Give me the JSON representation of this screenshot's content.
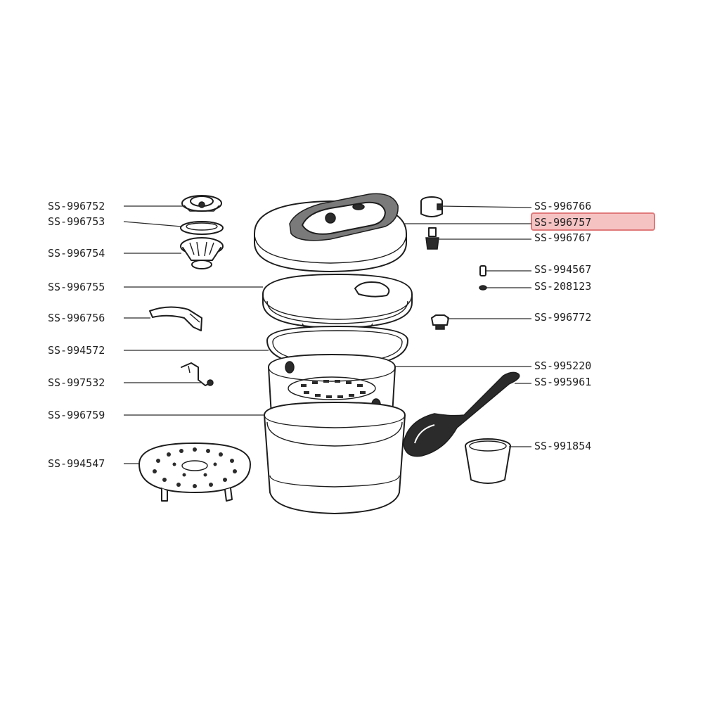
{
  "colors": {
    "highlight_fill": "#f6c3c3",
    "highlight_stroke": "#e07a7a",
    "line": "#2a2a2a",
    "text": "#222222"
  },
  "highlighted_part": "SS-996757",
  "labels_left": [
    "SS-996752",
    "SS-996753",
    "SS-996754",
    "SS-996755",
    "SS-996756",
    "SS-994572",
    "SS-997532",
    "SS-996759",
    "SS-994547"
  ],
  "labels_right": [
    "SS-996766",
    "SS-996757",
    "SS-996767",
    "SS-994567",
    "SS-208123",
    "SS-996772",
    "SS-995220",
    "SS-995961",
    "SS-991854"
  ]
}
